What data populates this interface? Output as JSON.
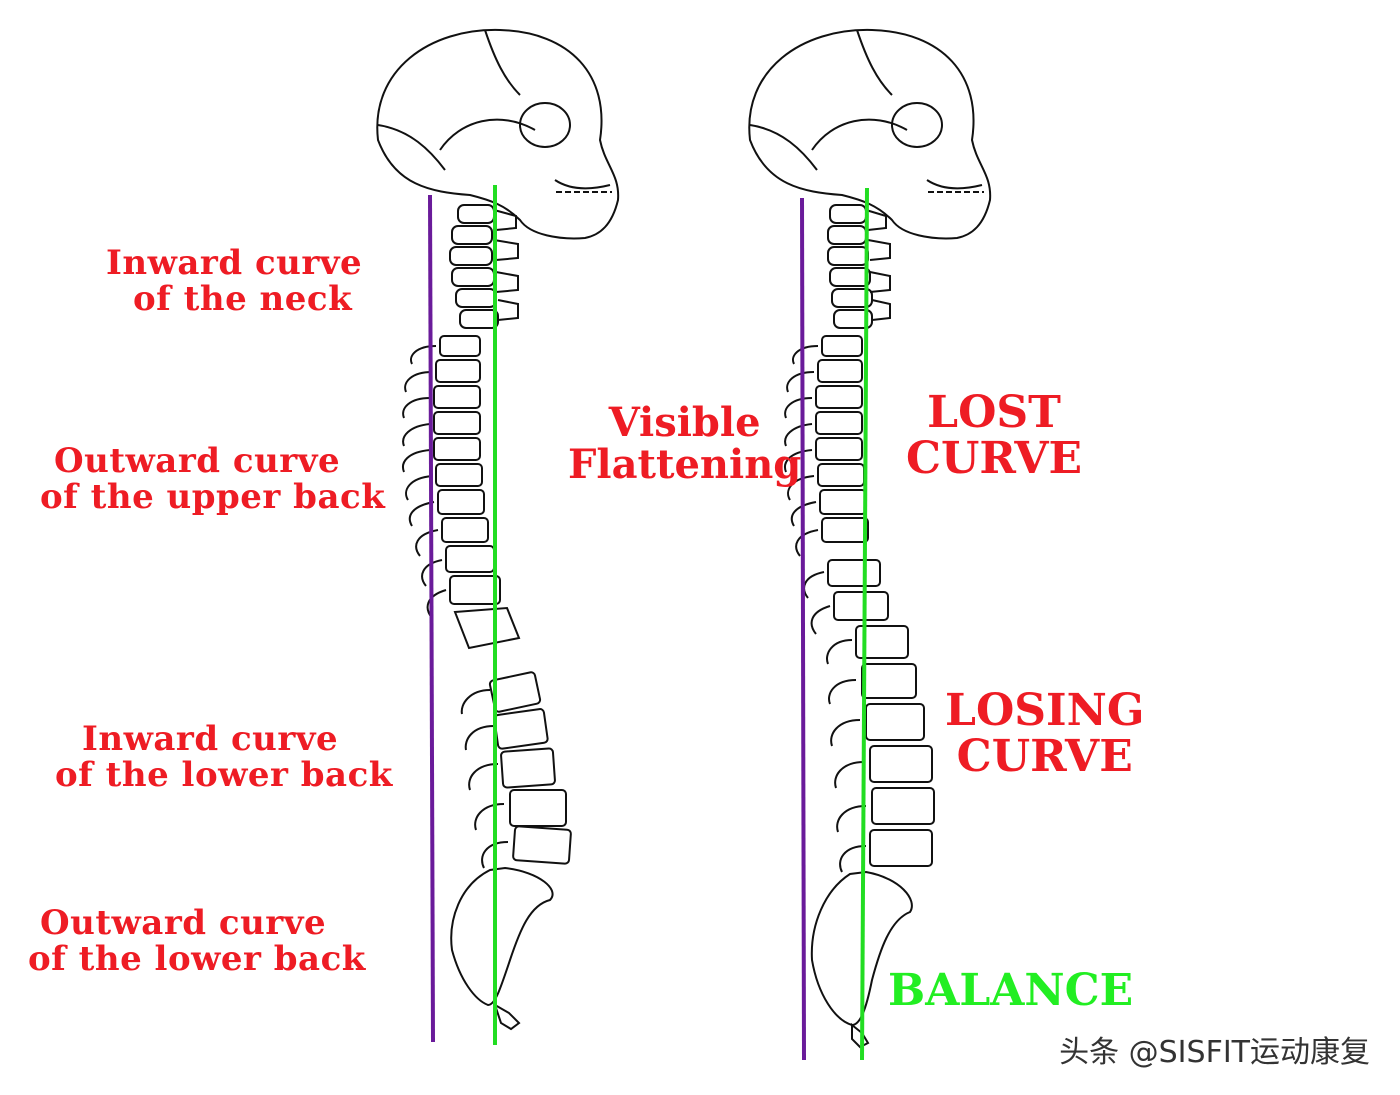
{
  "colors": {
    "label": "#ee1c24",
    "balance": "#22ee22",
    "plumb_line": "#6a1b9a",
    "balance_line": "#22dd22",
    "bone_stroke": "#111111"
  },
  "left_labels": {
    "neck": [
      "Inward curve",
      "of the neck"
    ],
    "upper_back": [
      "Outward curve",
      "of the upper back"
    ],
    "lower_back_inward": [
      "Inward curve",
      "of the lower back"
    ],
    "lower_back_outward": [
      "Outward curve",
      "of the lower back"
    ]
  },
  "middle_label": [
    "Visible",
    "Flattening"
  ],
  "right_labels": {
    "lost": [
      "LOST",
      "CURVE"
    ],
    "losing": [
      "LOSING",
      "CURVE"
    ],
    "balance": "BALANCE"
  },
  "watermark": "头条 @SISFIT运动康复"
}
